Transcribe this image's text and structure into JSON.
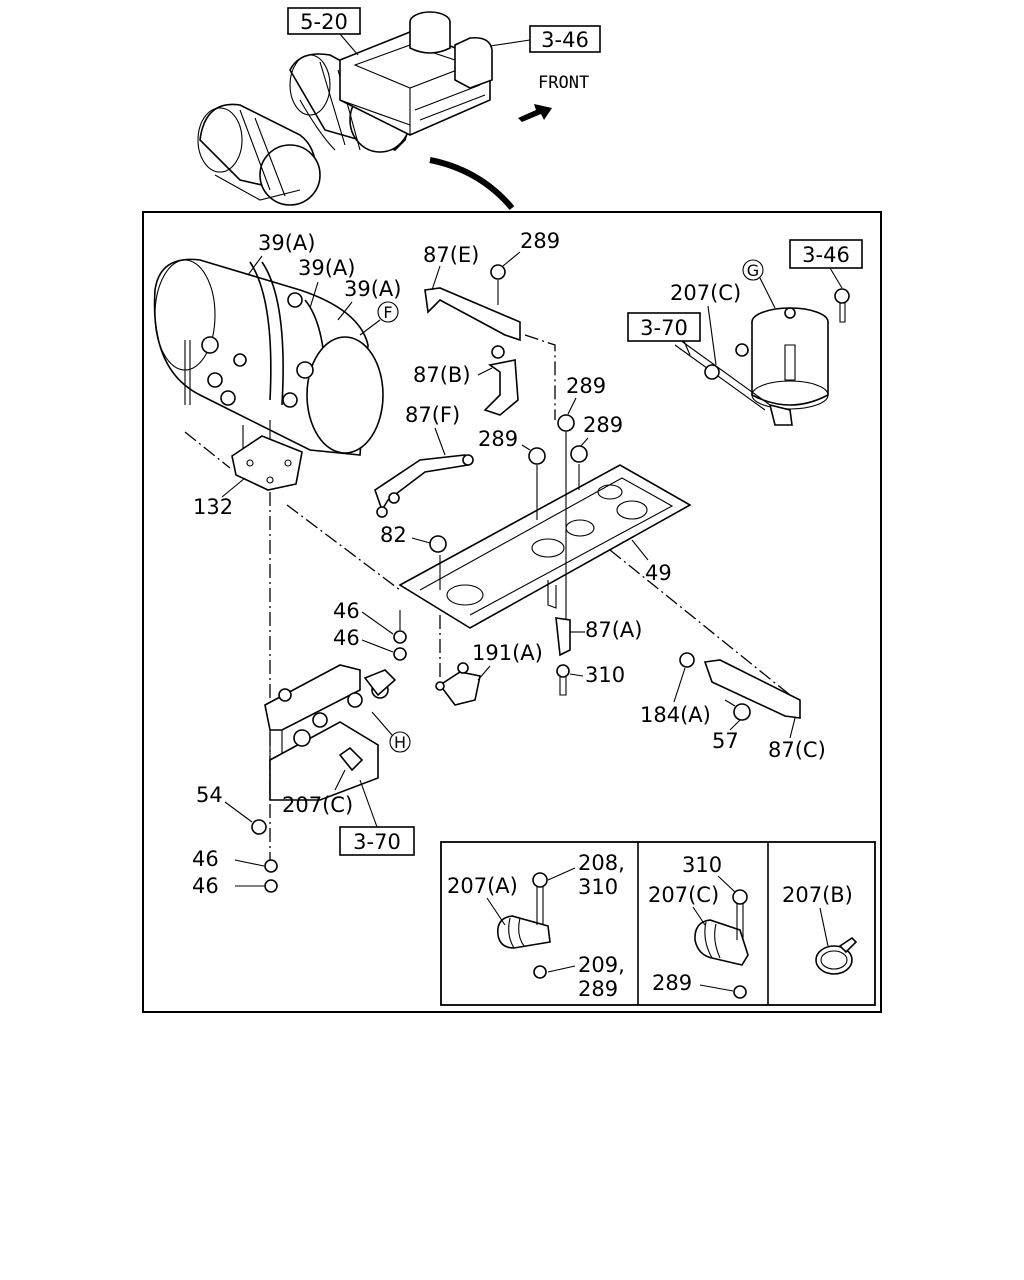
{
  "overview": {
    "ref_5_20": "5-20",
    "ref_3_46": "3-46",
    "front_label": "FRONT"
  },
  "callouts": {
    "c39a_1": "39(A)",
    "c39a_2": "39(A)",
    "c39a_3": "39(A)",
    "circle_f": "F",
    "c87e": "87(E)",
    "c289_top": "289",
    "c87b": "87(B)",
    "c289_mid": "289",
    "c289_right": "289",
    "c87f": "87(F)",
    "c289_left": "289",
    "c132": "132",
    "c82": "82",
    "c49": "49",
    "c46_a": "46",
    "c46_b": "46",
    "c87a": "87(A)",
    "c191a": "191(A)",
    "c310": "310",
    "c184a": "184(A)",
    "c57": "57",
    "c87c": "87(C)",
    "circle_h": "H",
    "c54": "54",
    "c207c_left": "207(C)",
    "ref_3_70_bottom": "3-70",
    "c46_c": "46",
    "c46_d": "46",
    "ref_3_46_right": "3-46",
    "circle_g": "G",
    "c207c_right": "207(C)",
    "ref_3_70_right": "3-70"
  },
  "inset": {
    "a": {
      "c207a": "207(A)",
      "c208": "208,",
      "c310": "310",
      "c209": "209,",
      "c289": "289"
    },
    "c": {
      "c310": "310",
      "c207c": "207(C)",
      "c289": "289"
    },
    "b": {
      "c207b": "207(B)"
    }
  }
}
